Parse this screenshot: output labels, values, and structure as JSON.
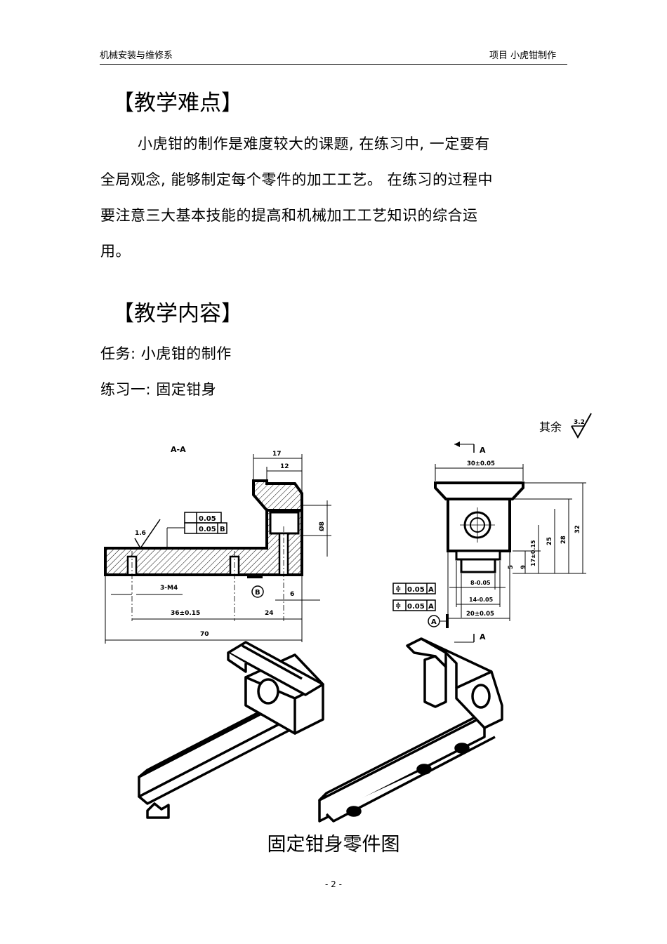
{
  "header": {
    "left": "机械安装与维修系",
    "right": "项目   小虎钳制作"
  },
  "section_difficulty": {
    "title": "【教学难点】",
    "lines": [
      "小虎钳的制作是难度较大的课题,        在练习中,    一定要有",
      "全局观念,    能够制定每个零件的加工工艺。      在练习的过程中",
      "要注意三大基本技能的提高和机械加工工艺知识的综合运",
      "用。"
    ]
  },
  "section_content": {
    "title": "【教学内容】",
    "task": "任务:  小虎钳的制作",
    "exercise": "练习一:  固定钳身"
  },
  "figure": {
    "roughness_note": "其余",
    "roughness_value": "3.2",
    "section_label": "A-A",
    "dims_left": {
      "d17": "17",
      "d12": "12",
      "d8": "Ø8",
      "d16": "1.6",
      "tol1": "0.05",
      "tol2": "0.05",
      "datum_b": "B",
      "m4": "3-M4",
      "d36": "36±0.15",
      "d24": "24",
      "d6": "6",
      "d70": "70"
    },
    "dims_right": {
      "arrow_a": "A",
      "d30": "30±0.05",
      "d17r": "17±0.15",
      "d25": "25",
      "d28": "28",
      "d32": "32",
      "d9": "9",
      "d5": "5",
      "d8r": "8-0.05",
      "d14": "14-0.05",
      "d20": "20±0.05",
      "tol_a1": "0.05",
      "tol_a2": "0.05",
      "datum_a": "A"
    },
    "caption": "固定钳身零件图"
  },
  "page_number": "- 2 -"
}
